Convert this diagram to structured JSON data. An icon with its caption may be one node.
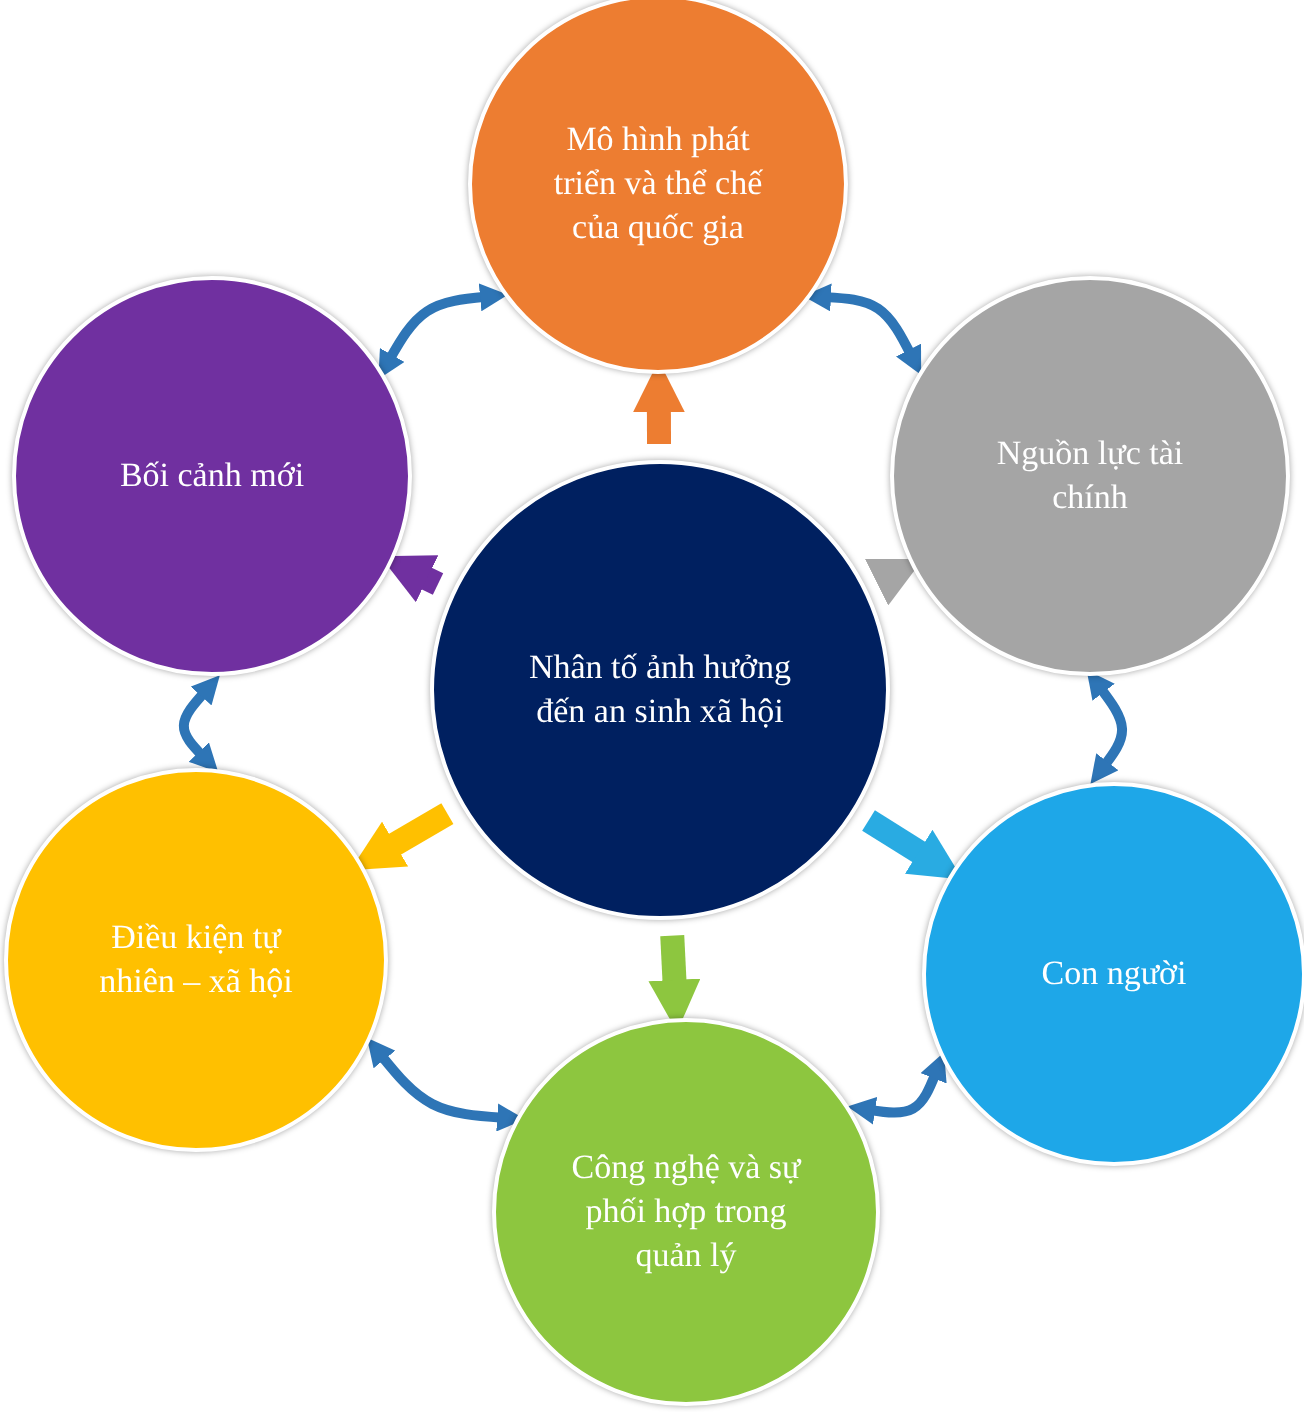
{
  "diagram": {
    "nodes": [
      {
        "text": [
          "Nhân tố ảnh hưởng đến an sinh xã hội"
        ]
      },
      {
        "text": [
          "Mô hình phát triển và thể chế của quốc gia"
        ]
      },
      {
        "text": [
          "Nguồn lực tài chính"
        ]
      },
      {
        "text": [
          "Con người"
        ]
      },
      {
        "text": [
          "Công nghệ và sự phối hợp trong quản lý"
        ]
      },
      {
        "text": [
          "Điều kiện tự nhiên – xã hội"
        ]
      },
      {
        "text": [
          "Bối cảnh mới"
        ]
      }
    ],
    "edges": [
      {
        "from": 0,
        "to": 1,
        "arrow": "to",
        "style": "thick",
        "color": "#ed7d31"
      },
      {
        "from": 0,
        "to": 2,
        "arrow": "to",
        "style": "thick",
        "color": "#a5a5a5"
      },
      {
        "from": 0,
        "to": 3,
        "arrow": "to",
        "style": "thick",
        "color": "#29abe2"
      },
      {
        "from": 0,
        "to": 4,
        "arrow": "to",
        "style": "thick",
        "color": "#8dc63f"
      },
      {
        "from": 0,
        "to": 5,
        "arrow": "to",
        "style": "thick",
        "color": "#ffc000"
      },
      {
        "from": 0,
        "to": 6,
        "arrow": "to",
        "style": "thick",
        "color": "#7030a0"
      },
      {
        "from": 1,
        "to": 2,
        "arrow": "both",
        "color": "#2e75b6"
      },
      {
        "from": 2,
        "to": 3,
        "arrow": "both",
        "color": "#2e75b6"
      },
      {
        "from": 3,
        "to": 4,
        "arrow": "both",
        "color": "#2e75b6"
      },
      {
        "from": 4,
        "to": 5,
        "arrow": "both",
        "color": "#2e75b6"
      },
      {
        "from": 5,
        "to": 6,
        "arrow": "both",
        "color": "#2e75b6"
      },
      {
        "from": 6,
        "to": 1,
        "arrow": "both",
        "color": "#2e75b6"
      }
    ]
  }
}
